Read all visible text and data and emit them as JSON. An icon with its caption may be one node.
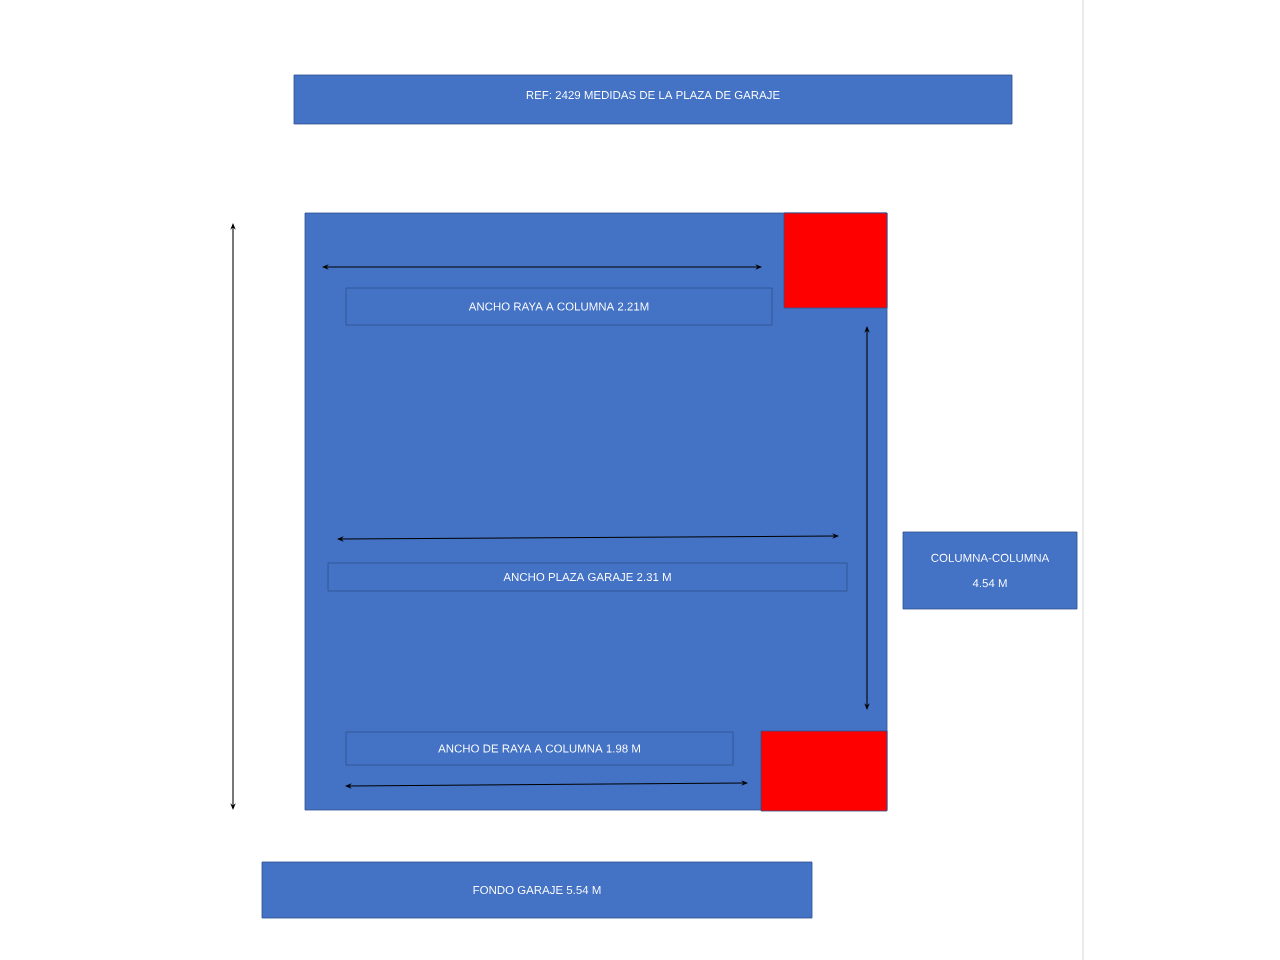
{
  "diagram": {
    "nodes": [
      {
        "text": [
          "REF: 2429 MEDIDAS DE LA PLAZA DE GARAJE"
        ]
      },
      {
        "text": [],
        "shape": "box"
      },
      {
        "text": [],
        "shape": "box",
        "in": 1
      },
      {
        "text": [
          "ANCHO RAYA A COLUMNA 2.21M"
        ],
        "in": 1
      },
      {
        "text": [
          "ANCHO PLAZA GARAJE 2.31 M"
        ],
        "in": 1
      },
      {
        "text": [
          "ANCHO DE RAYA A COLUMNA 1.98 M"
        ],
        "in": 1
      },
      {
        "text": [],
        "shape": "box",
        "in": 1
      },
      {
        "text": [
          "COLUMNA-COLUMNA",
          "4.54 M"
        ]
      },
      {
        "text": [
          "FONDO GARAJE 5.54 M"
        ]
      }
    ]
  }
}
